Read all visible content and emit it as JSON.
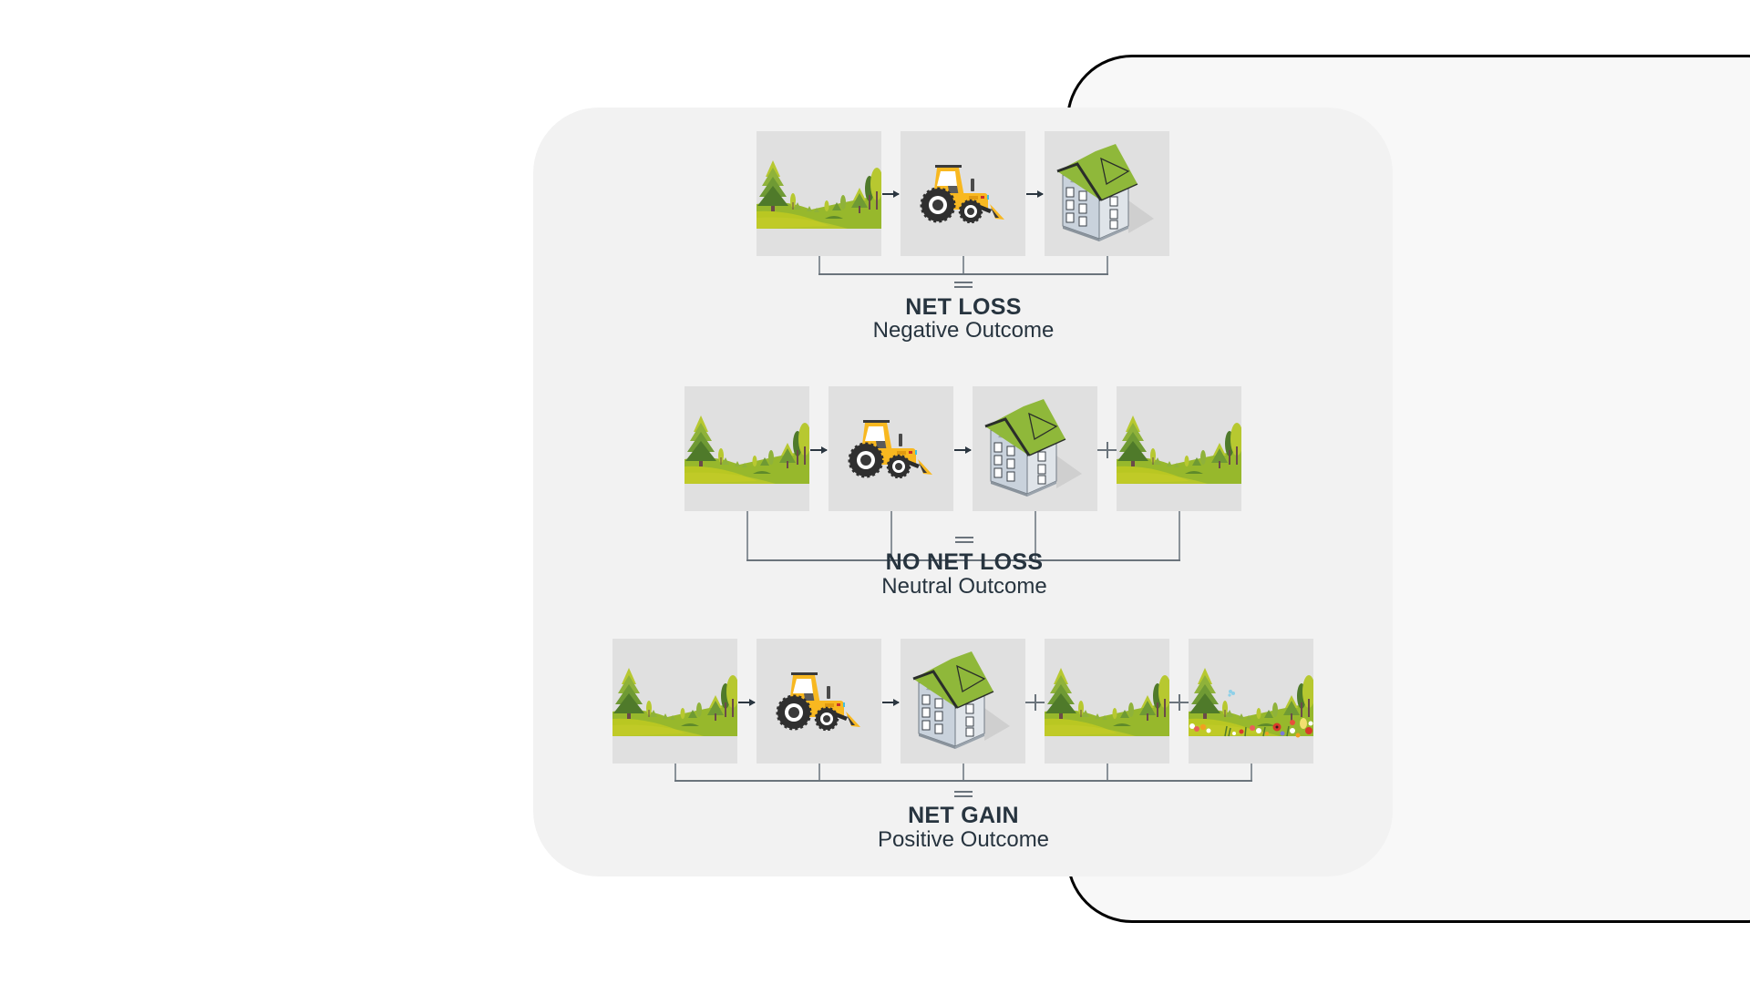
{
  "colors": {
    "card_bg": "#f2f2f2",
    "tile_bg": "#e0e0e0",
    "text": "#27343f",
    "connector": "#6b747c",
    "outline": "#000000",
    "grass": "#9bbf2a",
    "tractor_yellow": "#f8b820",
    "roof_green": "#8fb83a"
  },
  "icons": {
    "landscape": "landscape-icon",
    "excavator": "tractor-loader-icon",
    "building": "building-icon",
    "flower_meadow": "flower-meadow-icon",
    "arrow": "arrow-right-icon",
    "plus": "plus-icon",
    "equals": "equals-icon"
  },
  "rows": [
    {
      "sequence": [
        "landscape",
        "arrow",
        "excavator",
        "arrow",
        "building"
      ],
      "equals": "=",
      "title": "NET LOSS",
      "subtitle": "Negative Outcome"
    },
    {
      "sequence": [
        "landscape",
        "arrow",
        "excavator",
        "arrow",
        "building",
        "plus",
        "landscape"
      ],
      "equals": "=",
      "title": "NO NET LOSS",
      "subtitle": "Neutral Outcome"
    },
    {
      "sequence": [
        "landscape",
        "arrow",
        "excavator",
        "arrow",
        "building",
        "plus",
        "landscape",
        "plus",
        "flower_meadow"
      ],
      "equals": "=",
      "title": "NET GAIN",
      "subtitle": "Positive Outcome"
    }
  ]
}
